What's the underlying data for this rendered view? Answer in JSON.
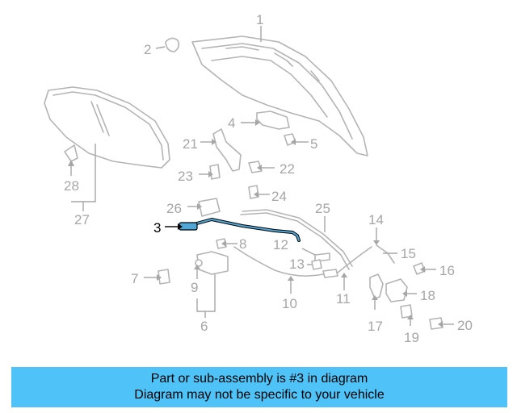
{
  "callouts": {
    "c1": "1",
    "c2": "2",
    "c3": "3",
    "c4": "4",
    "c5": "5",
    "c6": "6",
    "c7": "7",
    "c8": "8",
    "c9": "9",
    "c10": "10",
    "c11": "11",
    "c12": "12",
    "c13": "13",
    "c14": "14",
    "c15": "15",
    "c16": "16",
    "c17": "17",
    "c18": "18",
    "c19": "19",
    "c20": "20",
    "c21": "21",
    "c22": "22",
    "c23": "23",
    "c24": "24",
    "c25": "25",
    "c26": "26",
    "c27": "27",
    "c28": "28"
  },
  "highlighted_part": "3",
  "banner": {
    "line1": "Part or sub-assembly is #3 in diagram",
    "line2": "Diagram may not be specific to your vehicle",
    "background": "#4fc3f7"
  },
  "colors": {
    "highlight_stroke": "#4fa8d8",
    "parts": "#b4b4b4",
    "labels": "#a6a6a6"
  }
}
